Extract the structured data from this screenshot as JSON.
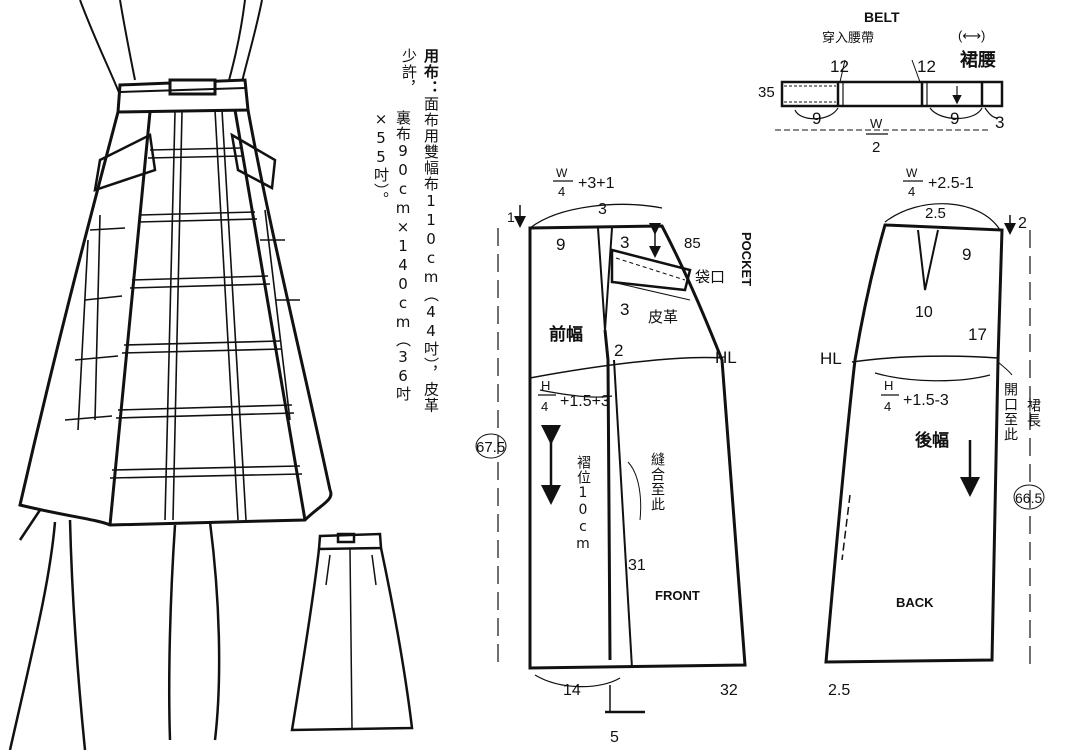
{
  "fabric_note": {
    "heading": "用布：",
    "line1": "面布用雙幅布110cm（44吋），皮革少許，",
    "line2": "裏布90cm×140cm（36吋×55吋）。"
  },
  "belt": {
    "title": "BELT",
    "thread": "穿入腰帶",
    "direction": "(⟷)",
    "label": "裙腰",
    "m_35": "35",
    "m_12a": "12",
    "m_12b": "12",
    "m_9a": "9",
    "m_9b": "9",
    "m_3": "3",
    "w_num": "W",
    "w_den": "2"
  },
  "front": {
    "w_num": "W",
    "w_den": "4",
    "waist_expr": "+3+1",
    "m_1": "1",
    "m_3top": "3",
    "m_9": "9",
    "m_3b": "3",
    "m_85": "85",
    "pocket": "POCKET",
    "pocket_mouth": "袋口",
    "m_3c": "3",
    "leather": "皮革",
    "name_cn": "前幅",
    "m_2": "2",
    "hl": "HL",
    "h_num": "H",
    "h_den": "4",
    "hip_expr": "+1.5+3",
    "length": "67.5",
    "pleat": "褶位10cm",
    "sew": "縫合至此",
    "m_31": "31",
    "name_en": "FRONT",
    "m_14": "14",
    "m_32": "32",
    "m_5": "5"
  },
  "back": {
    "w_num": "W",
    "w_den": "4",
    "waist_expr": "+2.5-1",
    "m_25": "2.5",
    "m_2": "2",
    "m_9": "9",
    "m_10": "10",
    "m_17": "17",
    "hl": "HL",
    "h_num": "H",
    "h_den": "4",
    "hip_expr": "+1.5-3",
    "opening": "開口至此",
    "skirt_len": "裙長",
    "name_cn": "後幅",
    "length": "66.5",
    "name_en": "BACK",
    "m_25b": "2.5"
  }
}
